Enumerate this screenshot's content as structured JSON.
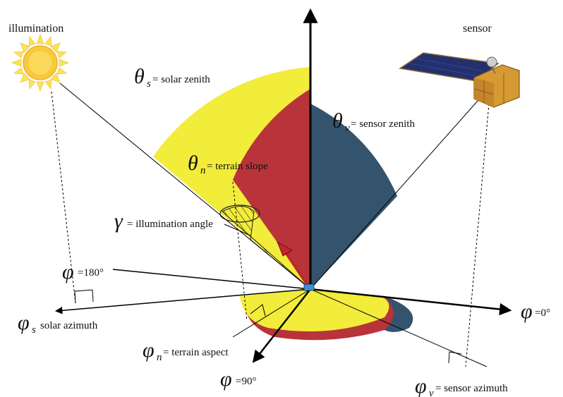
{
  "labels": {
    "illumination": "illumination",
    "sensor": "sensor",
    "solar_zenith": {
      "symbol": "θ",
      "sub": "s",
      "text": "= solar zenith"
    },
    "sensor_zenith": {
      "symbol": "θ",
      "sub": "v",
      "text": "= sensor zenith"
    },
    "terrain_slope": {
      "symbol": "θ",
      "sub": "n",
      "text": "= terrain slope"
    },
    "illumination_angle": {
      "symbol": "γ",
      "text": "= illumination angle"
    },
    "phi_180": {
      "symbol": "φ",
      "text": "=180°"
    },
    "phi_0": {
      "symbol": "φ",
      "text": "=0°"
    },
    "phi_90": {
      "symbol": "φ",
      "text": "=90°"
    },
    "solar_azimuth": {
      "symbol": "φ",
      "sub": "s",
      "text": "solar azimuth"
    },
    "terrain_aspect": {
      "symbol": "φ",
      "sub": "n",
      "text": "= terrain aspect"
    },
    "sensor_azimuth": {
      "symbol": "φ",
      "sub": "v",
      "text": "= sensor azimuth"
    }
  },
  "colors": {
    "solar": "#f2ec3a",
    "terrain": "#b8343a",
    "sensor": "#34546e",
    "sun_core": "#f7c93b",
    "sun_rays": "#f9e35c",
    "panel": "#24306e",
    "satellite_body": "#d69a32"
  }
}
